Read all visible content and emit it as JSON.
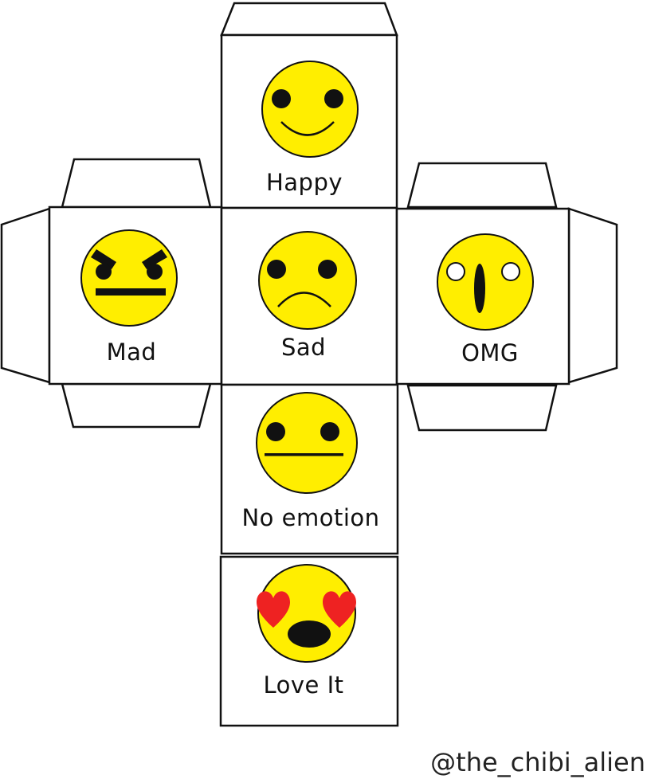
{
  "faces": {
    "top": {
      "label": "Happy",
      "expression": "smile"
    },
    "left": {
      "label": "Mad",
      "expression": "angry"
    },
    "center": {
      "label": "Sad",
      "expression": "frown"
    },
    "right": {
      "label": "OMG",
      "expression": "shocked"
    },
    "lower": {
      "label": "No emotion",
      "expression": "neutral"
    },
    "bottom": {
      "label": "Love It",
      "expression": "heart-eyes"
    }
  },
  "credit": "@the_chibi_alien",
  "colors": {
    "face_fill": "#FFEE00",
    "outline": "#111111",
    "heart": "#EE2222",
    "paper": "#FFFFFF"
  }
}
